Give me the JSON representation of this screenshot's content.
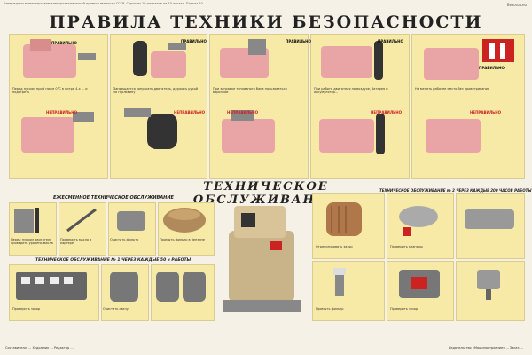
{
  "header": {
    "left": "Утверждено министерством электротехнической промышленности СССР. Серия из 10 плакатов на 10 листах. Плакат 10.",
    "right": "Безопасно"
  },
  "titles": {
    "safety": "ПРАВИЛА ТЕХНИКИ БЕЗОПАСНОСТИ",
    "maintenance": "ТЕХНИЧЕСКОЕ ОБСЛУЖИВАНИЕ"
  },
  "tags": {
    "correct": "ПРАВИЛЬНО",
    "wrong": "НЕПРАВИЛЬНО"
  },
  "safety_captions": [
    "Перед пуском при t ниже 0°С в литре 4-х ... и подогреть",
    "Запрещается запускать двигатель, держась рукой за горловину",
    "При заправке топливного бака пользоваться воронкой",
    "При работе двигателя на воздухе, батарея и аккумулятор...",
    "Не менять рабочее место без проветривания"
  ],
  "sections": {
    "daily": "ЕЖЕСМЕННОЕ ТЕХНИЧЕСКОЕ ОБСЛУЖИВАНИЕ",
    "to1": "ТЕХНИЧЕСКОЕ ОБСЛУЖИВАНИЕ № 1 ЧЕРЕЗ КАЖДЫЕ 50 ч РАБОТЫ",
    "to2": "ТЕХНИЧЕСКОЕ ОБСЛУЖИВАНИЕ № 2 ЧЕРЕЗ КАЖДЫЕ 200 ЧАСОВ РАБОТЫ"
  },
  "maint_captions": [
    "Перед пуском двигателя проверить уровень масла",
    "Проверить масло в картере",
    "Очистить фильтр",
    "Промыть фильтр в бензине",
    "Проверить зазор",
    "Очистить свечу",
    "Отрегулировать зазор",
    "Проверить клапаны",
    "Промыть фильтр",
    "Проверить зазор"
  ],
  "footer": {
    "left": "Составители: ... Художник ... Редактор ...",
    "right": "Издательство «Машиностроение» ... Заказ ..."
  }
}
